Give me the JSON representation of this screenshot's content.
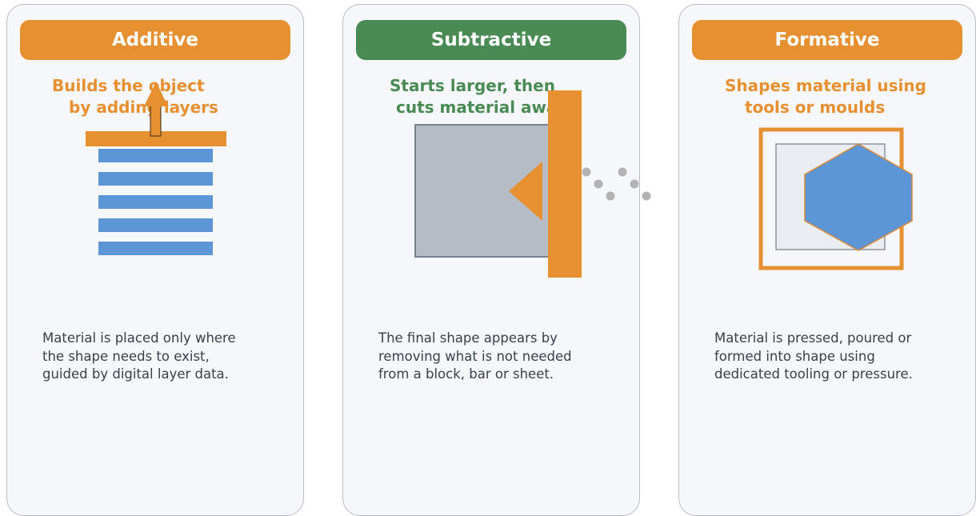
{
  "colors": {
    "orange": "#e69031",
    "green": "#4a8a55",
    "blue": "#5c96d6",
    "gray_block": "#b5bcc6",
    "gray_dot": "#b3b3b3",
    "card_bg": "#f6f7fb",
    "card_border": "#b9bcc4",
    "text": "#3a4049"
  },
  "cards": [
    {
      "title": "Additive",
      "accent": "#e69031",
      "subtitle": [
        "Builds the object",
        "by adding layers"
      ],
      "illustration": "stacked-layers-with-up-arrow",
      "description": [
        "Material is placed only where",
        "the shape needs to exist,",
        "guided by digital layer data."
      ]
    },
    {
      "title": "Subtractive",
      "accent": "#4a8a55",
      "subtitle": [
        "Starts larger, then",
        "cuts material away"
      ],
      "illustration": "block-with-cutting-tool-and-chips",
      "description": [
        "The final shape appears by",
        "removing what is not needed",
        "from a block, bar or sheet."
      ]
    },
    {
      "title": "Formative",
      "accent": "#e69031",
      "subtitle": [
        "Shapes material using",
        "tools or moulds"
      ],
      "illustration": "hexagon-in-mould",
      "description": [
        "Material is pressed, poured or",
        "formed into shape using",
        "dedicated tooling or pressure."
      ]
    }
  ]
}
